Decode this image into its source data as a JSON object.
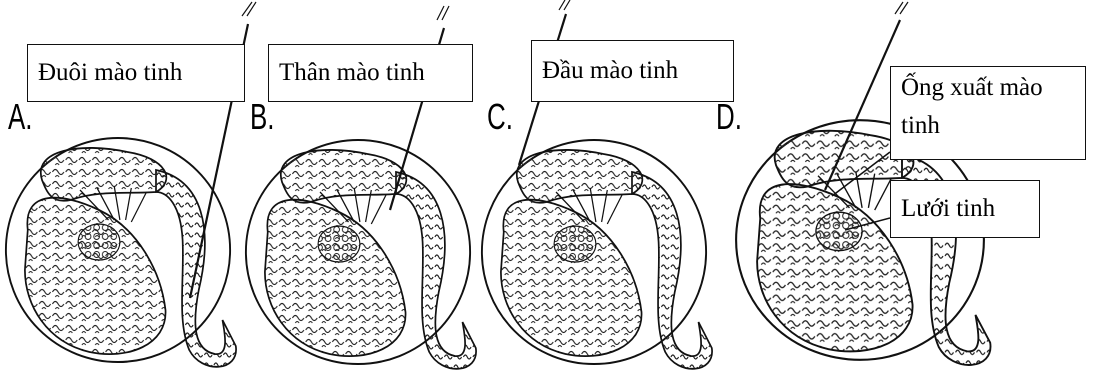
{
  "panels": [
    {
      "letter": "A.",
      "label": "Đuôi mào tinh"
    },
    {
      "letter": "B.",
      "label": "Thân mào tinh"
    },
    {
      "letter": "C.",
      "label": "Đầu mào tinh"
    },
    {
      "letter": "D.",
      "labels": [
        "Ống xuất mào tinh",
        "Lưới tinh"
      ]
    }
  ]
}
